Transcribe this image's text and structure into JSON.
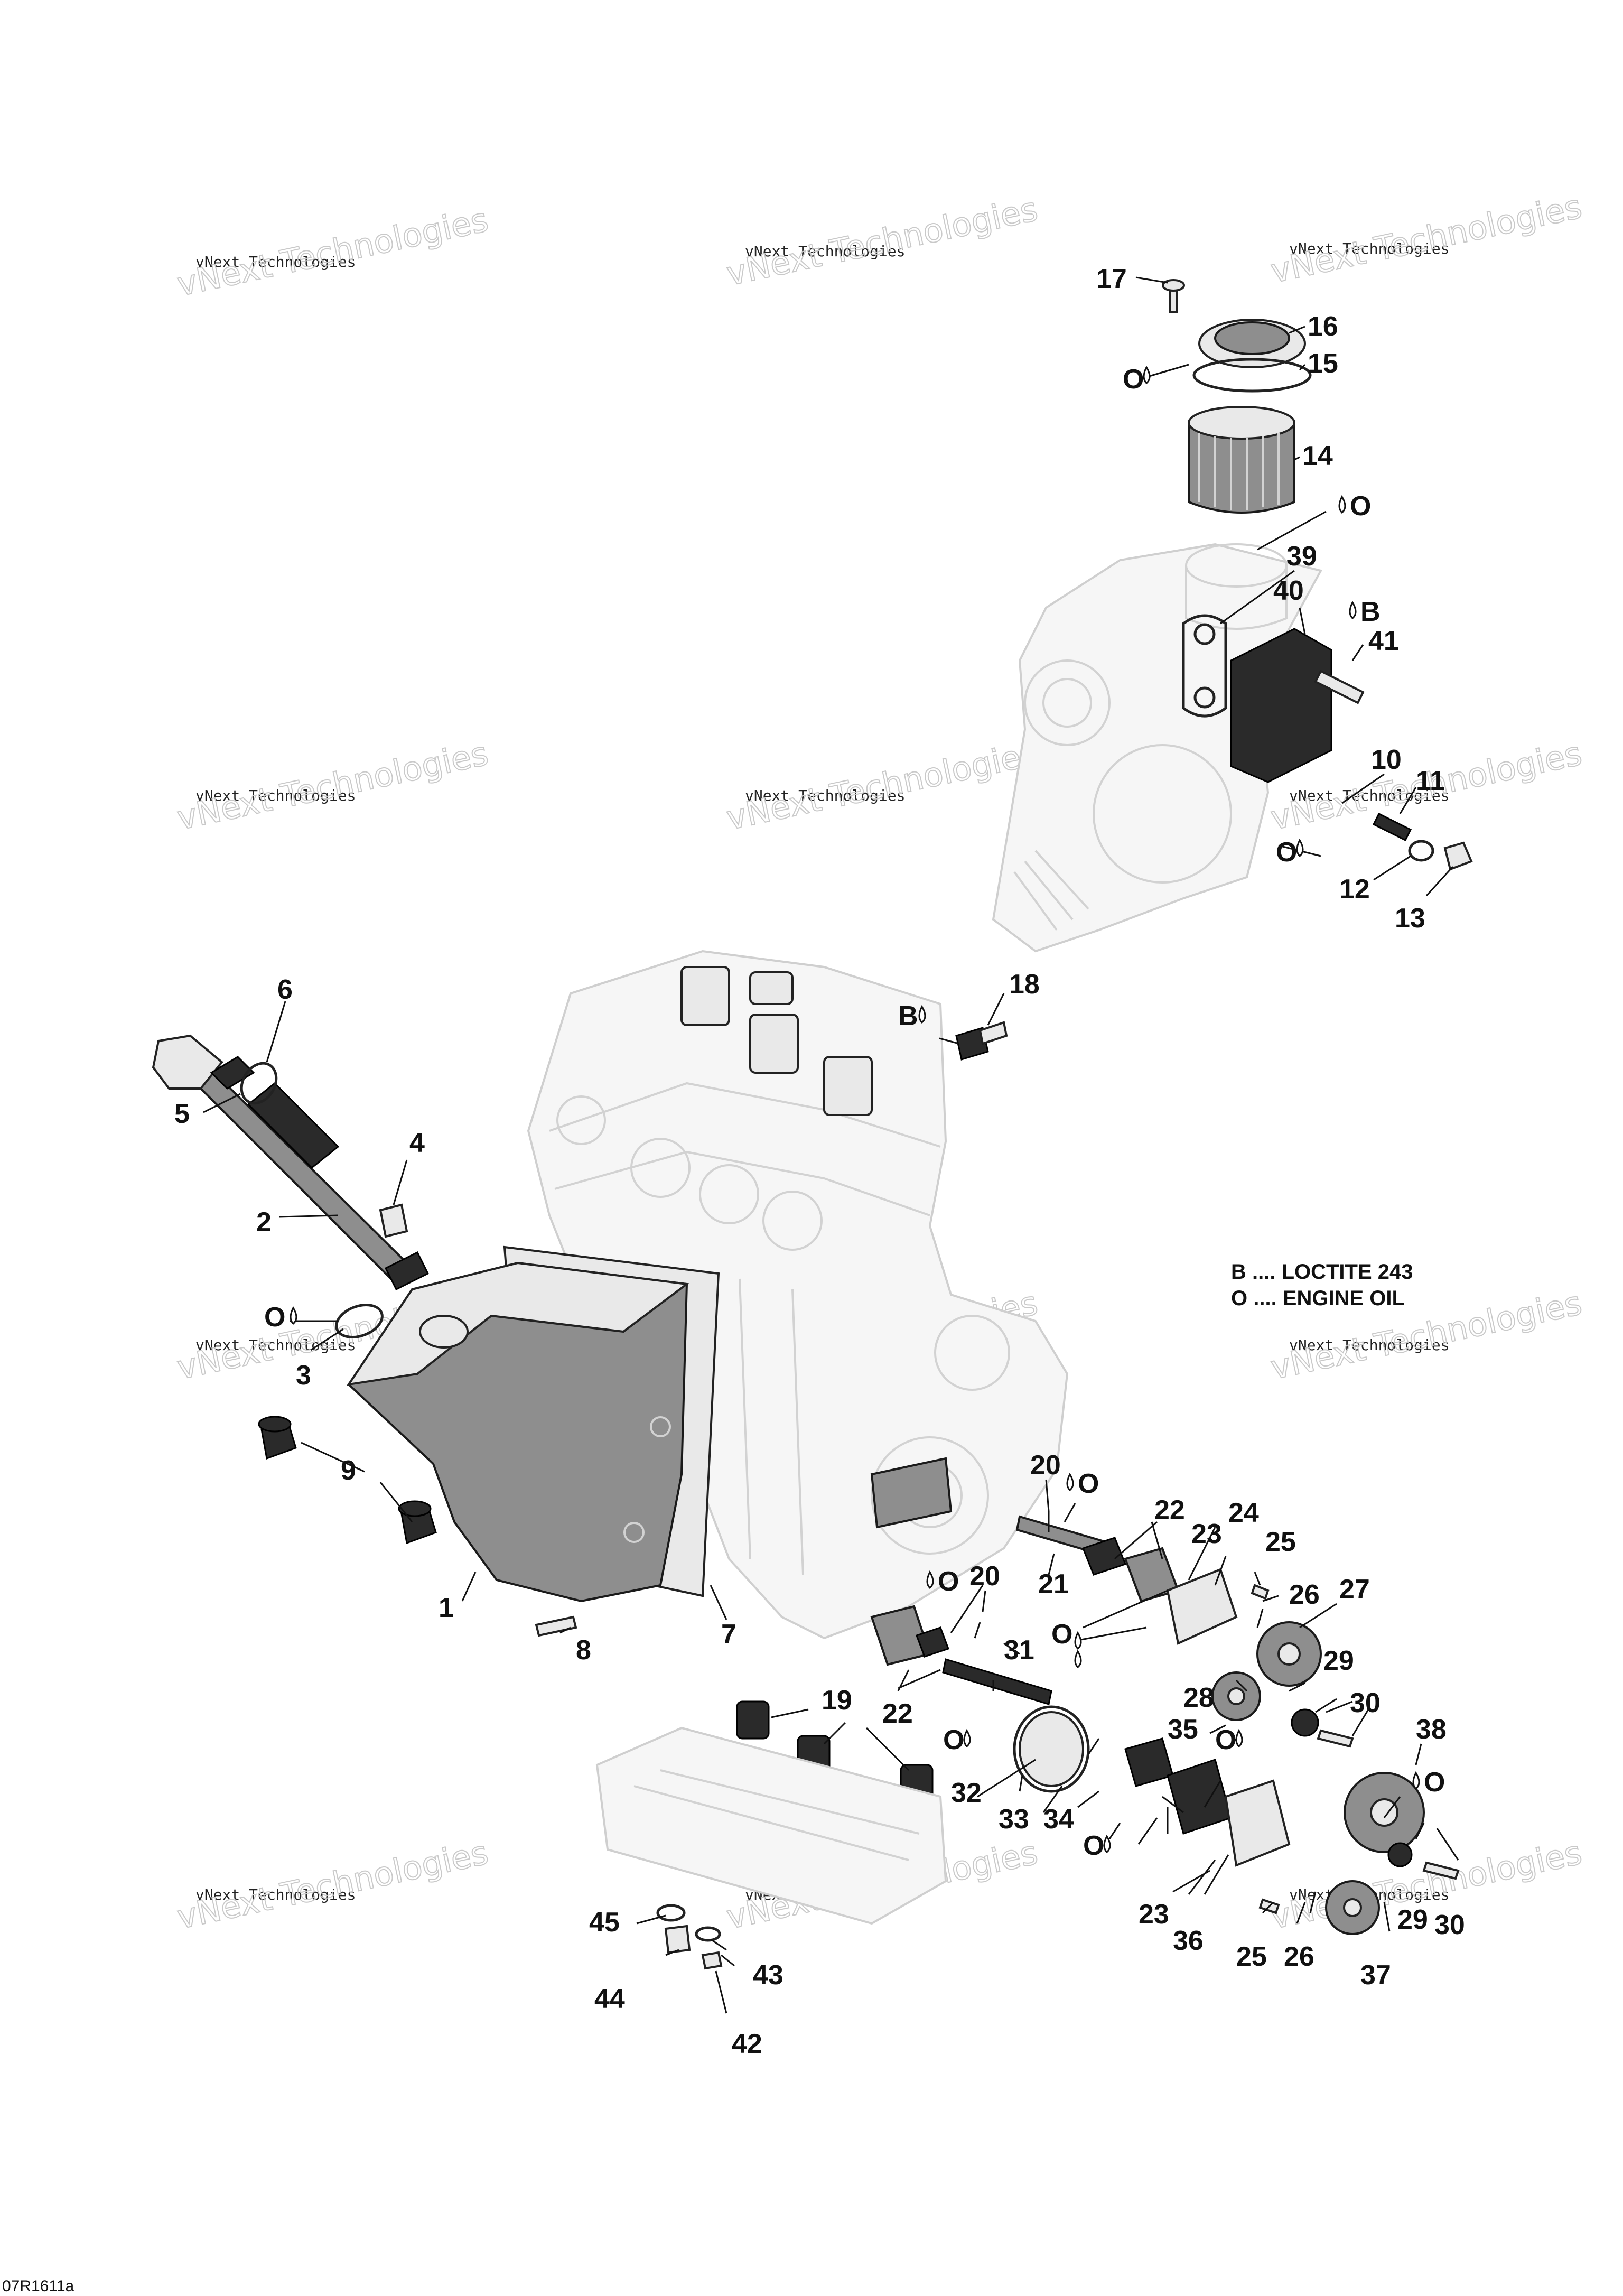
{
  "legend": [
    {
      "code": "B",
      "text": "B .... LOCTITE 243"
    },
    {
      "code": "O",
      "text": "O .... ENGINE OIL"
    }
  ],
  "watermark": {
    "line1": "vNext Technologies",
    "line2": "vNext Technologies"
  },
  "figure_code": "07R1611a",
  "callouts": {
    "c1": "1",
    "c2": "2",
    "c3": "3",
    "c4": "4",
    "c5": "5",
    "c6": "6",
    "c7": "7",
    "c8": "8",
    "c9": "9",
    "c10": "10",
    "c11": "11",
    "c12": "12",
    "c13": "13",
    "c14": "14",
    "c15": "15",
    "c16": "16",
    "c17": "17",
    "c18": "18",
    "c19": "19",
    "c20a": "20",
    "c20b": "20",
    "c21": "21",
    "c22a": "22",
    "c22b": "22",
    "c23a": "23",
    "c23b": "23",
    "c24": "24",
    "c25a": "25",
    "c25b": "25",
    "c26a": "26",
    "c26b": "26",
    "c27": "27",
    "c28": "28",
    "c29a": "29",
    "c29b": "29",
    "c30a": "30",
    "c30b": "30",
    "c31": "31",
    "c32": "32",
    "c33": "33",
    "c34": "34",
    "c35": "35",
    "c36": "36",
    "c37": "37",
    "c38": "38",
    "c39": "39",
    "c40": "40",
    "c41": "41",
    "c42": "42",
    "c43": "43",
    "c44": "44",
    "c45": "45"
  },
  "symbols": {
    "oil": "O",
    "loctite": "B"
  }
}
